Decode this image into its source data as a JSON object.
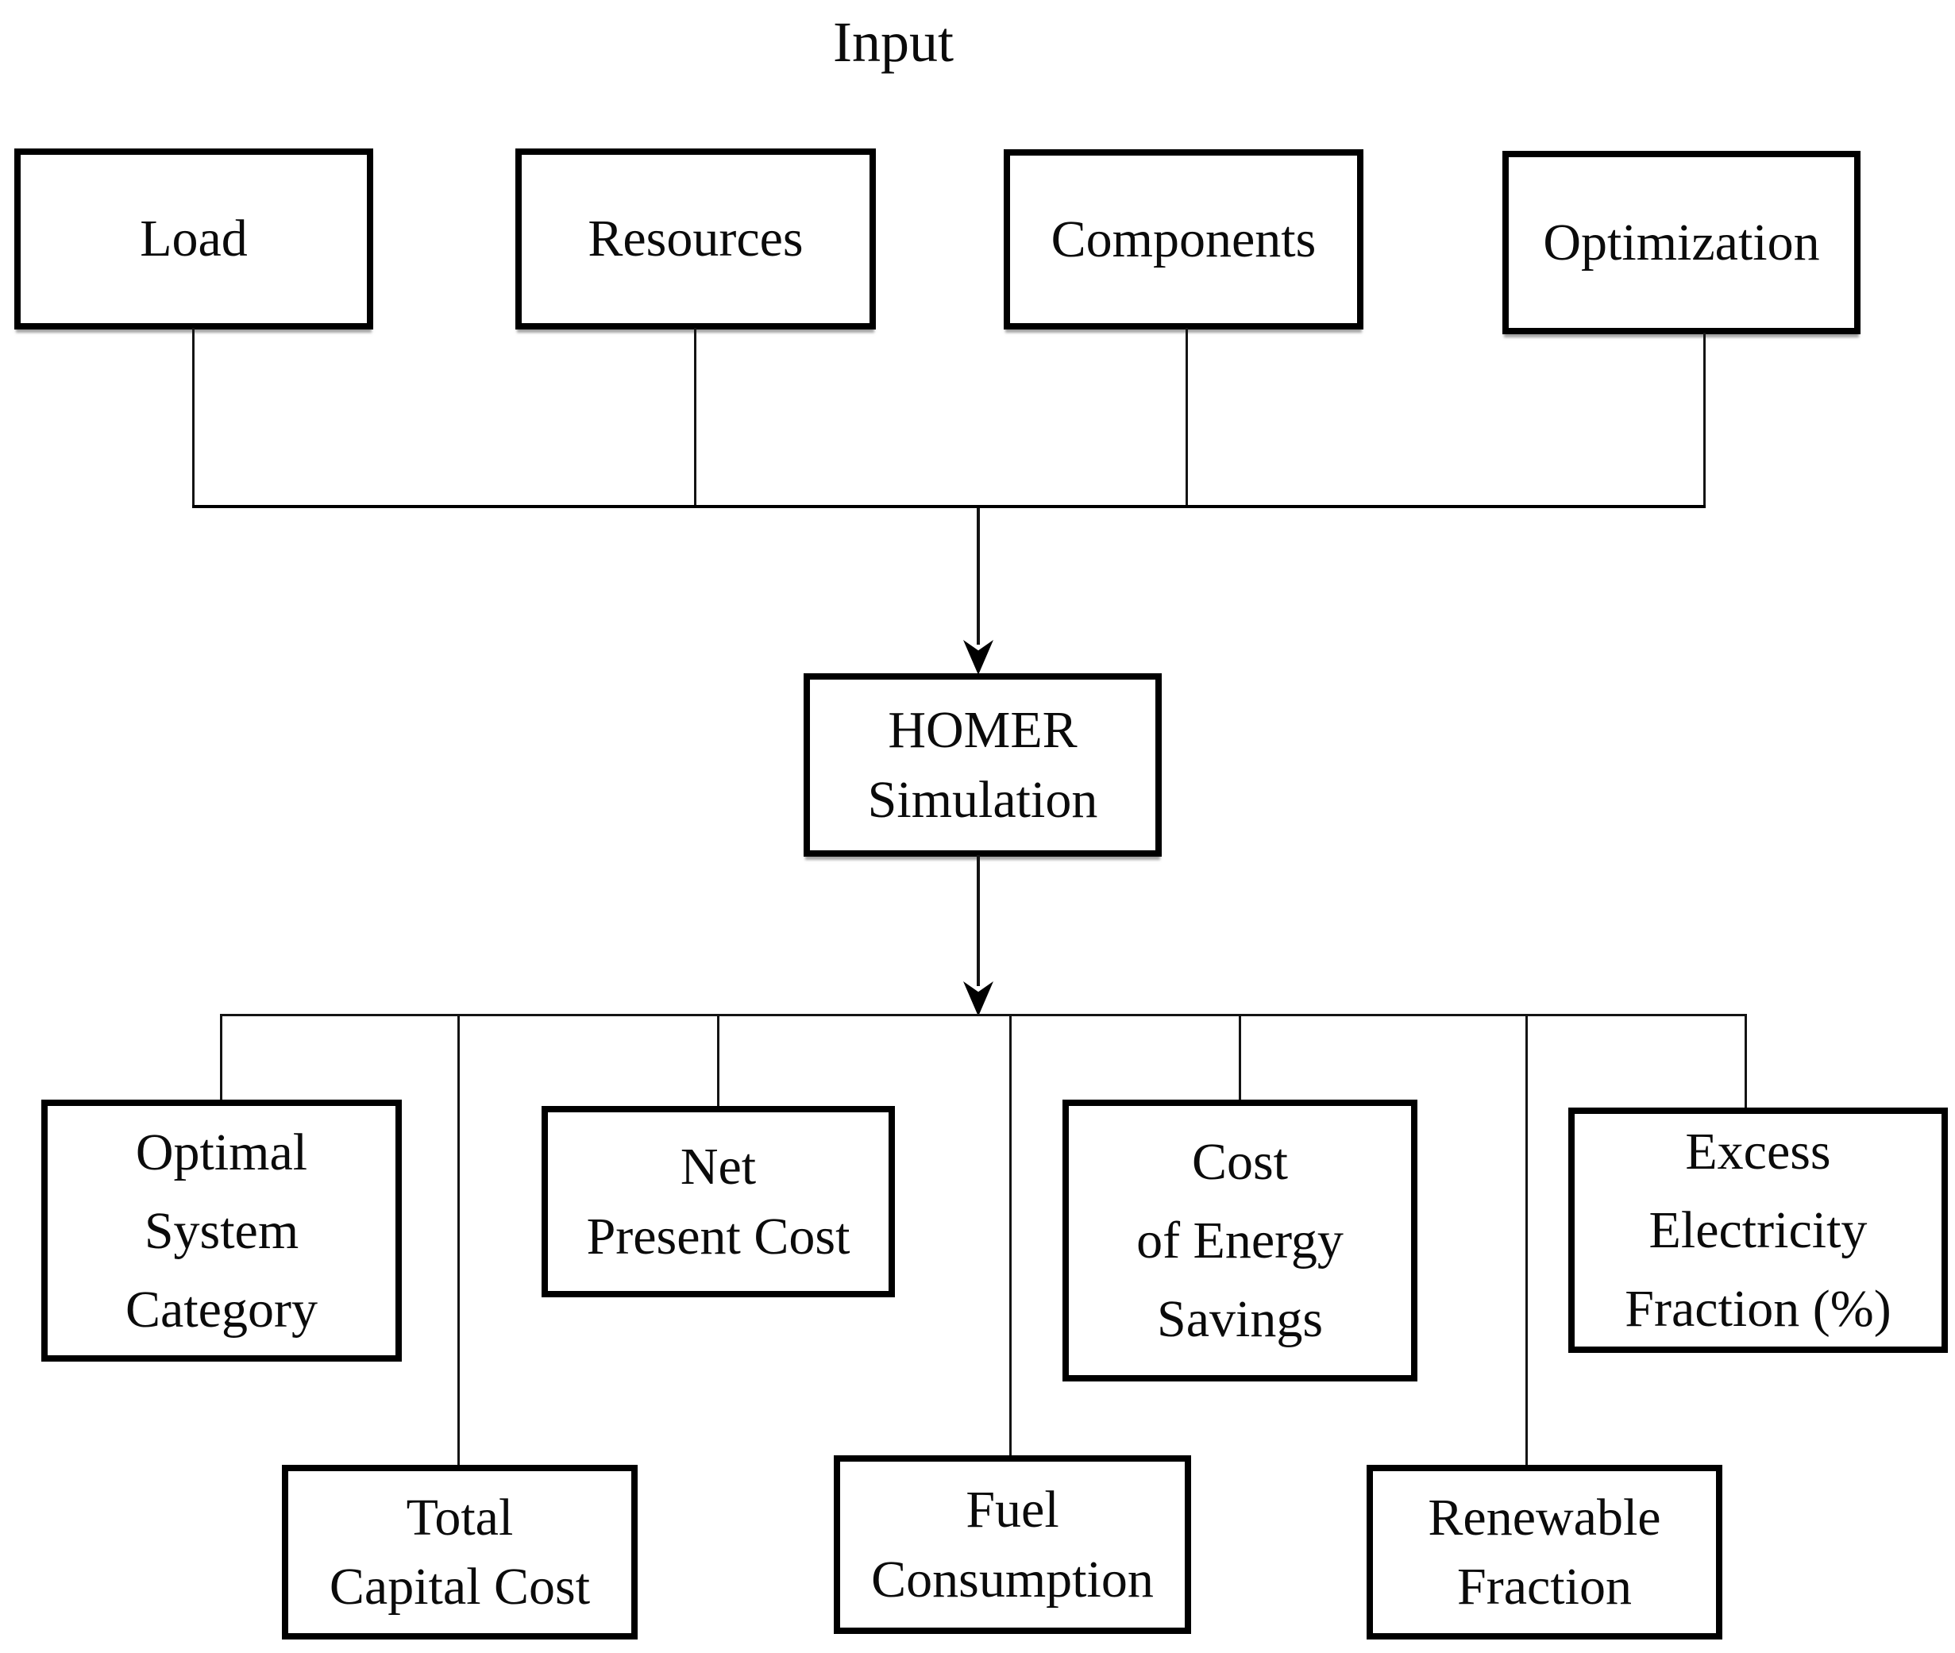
{
  "colors": {
    "background": "#ffffff",
    "line": "#141414",
    "border": "#000000",
    "text": "#0b0b0b"
  },
  "diagram": {
    "input_label": "Input",
    "input_boxes": [
      {
        "id": "load",
        "label": "Load"
      },
      {
        "id": "resources",
        "label": "Resources"
      },
      {
        "id": "components",
        "label": "Components"
      },
      {
        "id": "optimization",
        "label": "Optimization"
      }
    ],
    "process_box": {
      "label": "HOMER\nSimulation"
    },
    "output_boxes": [
      {
        "id": "optimal-system-category",
        "label": "Optimal\nSystem\nCategory"
      },
      {
        "id": "total-capital-cost",
        "label": "Total\nCapital Cost"
      },
      {
        "id": "net-present-cost",
        "label": "Net\nPresent Cost"
      },
      {
        "id": "fuel-consumption",
        "label": "Fuel\nConsumption"
      },
      {
        "id": "cost-of-energy-savings",
        "label": "Cost\nof Energy\nSavings"
      },
      {
        "id": "renewable-fraction",
        "label": "Renewable\nFraction"
      },
      {
        "id": "excess-electricity-fraction",
        "label": "Excess\nElectricity\nFraction (%)"
      }
    ]
  }
}
